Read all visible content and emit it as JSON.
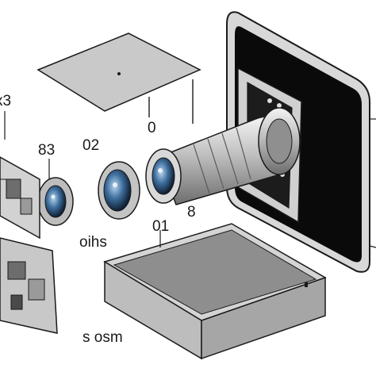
{
  "labels": {
    "edge_left": "x3",
    "lens_small": "83",
    "lens_mid": "02",
    "plate": "0",
    "tube": "8",
    "tray_top": "01",
    "lens_caption": "oihs",
    "tray_caption": "s osm"
  },
  "colors": {
    "outline": "#1a1a1a",
    "panel_black": "#0a0a0a",
    "metal_light": "#e6e6e6",
    "metal_mid": "#b8b8b8",
    "metal_dark": "#6d6d6d",
    "plate_gray": "#c9c9c9",
    "tray_gray": "#9a9a9a",
    "lens_blue": "#3f6f9e"
  }
}
